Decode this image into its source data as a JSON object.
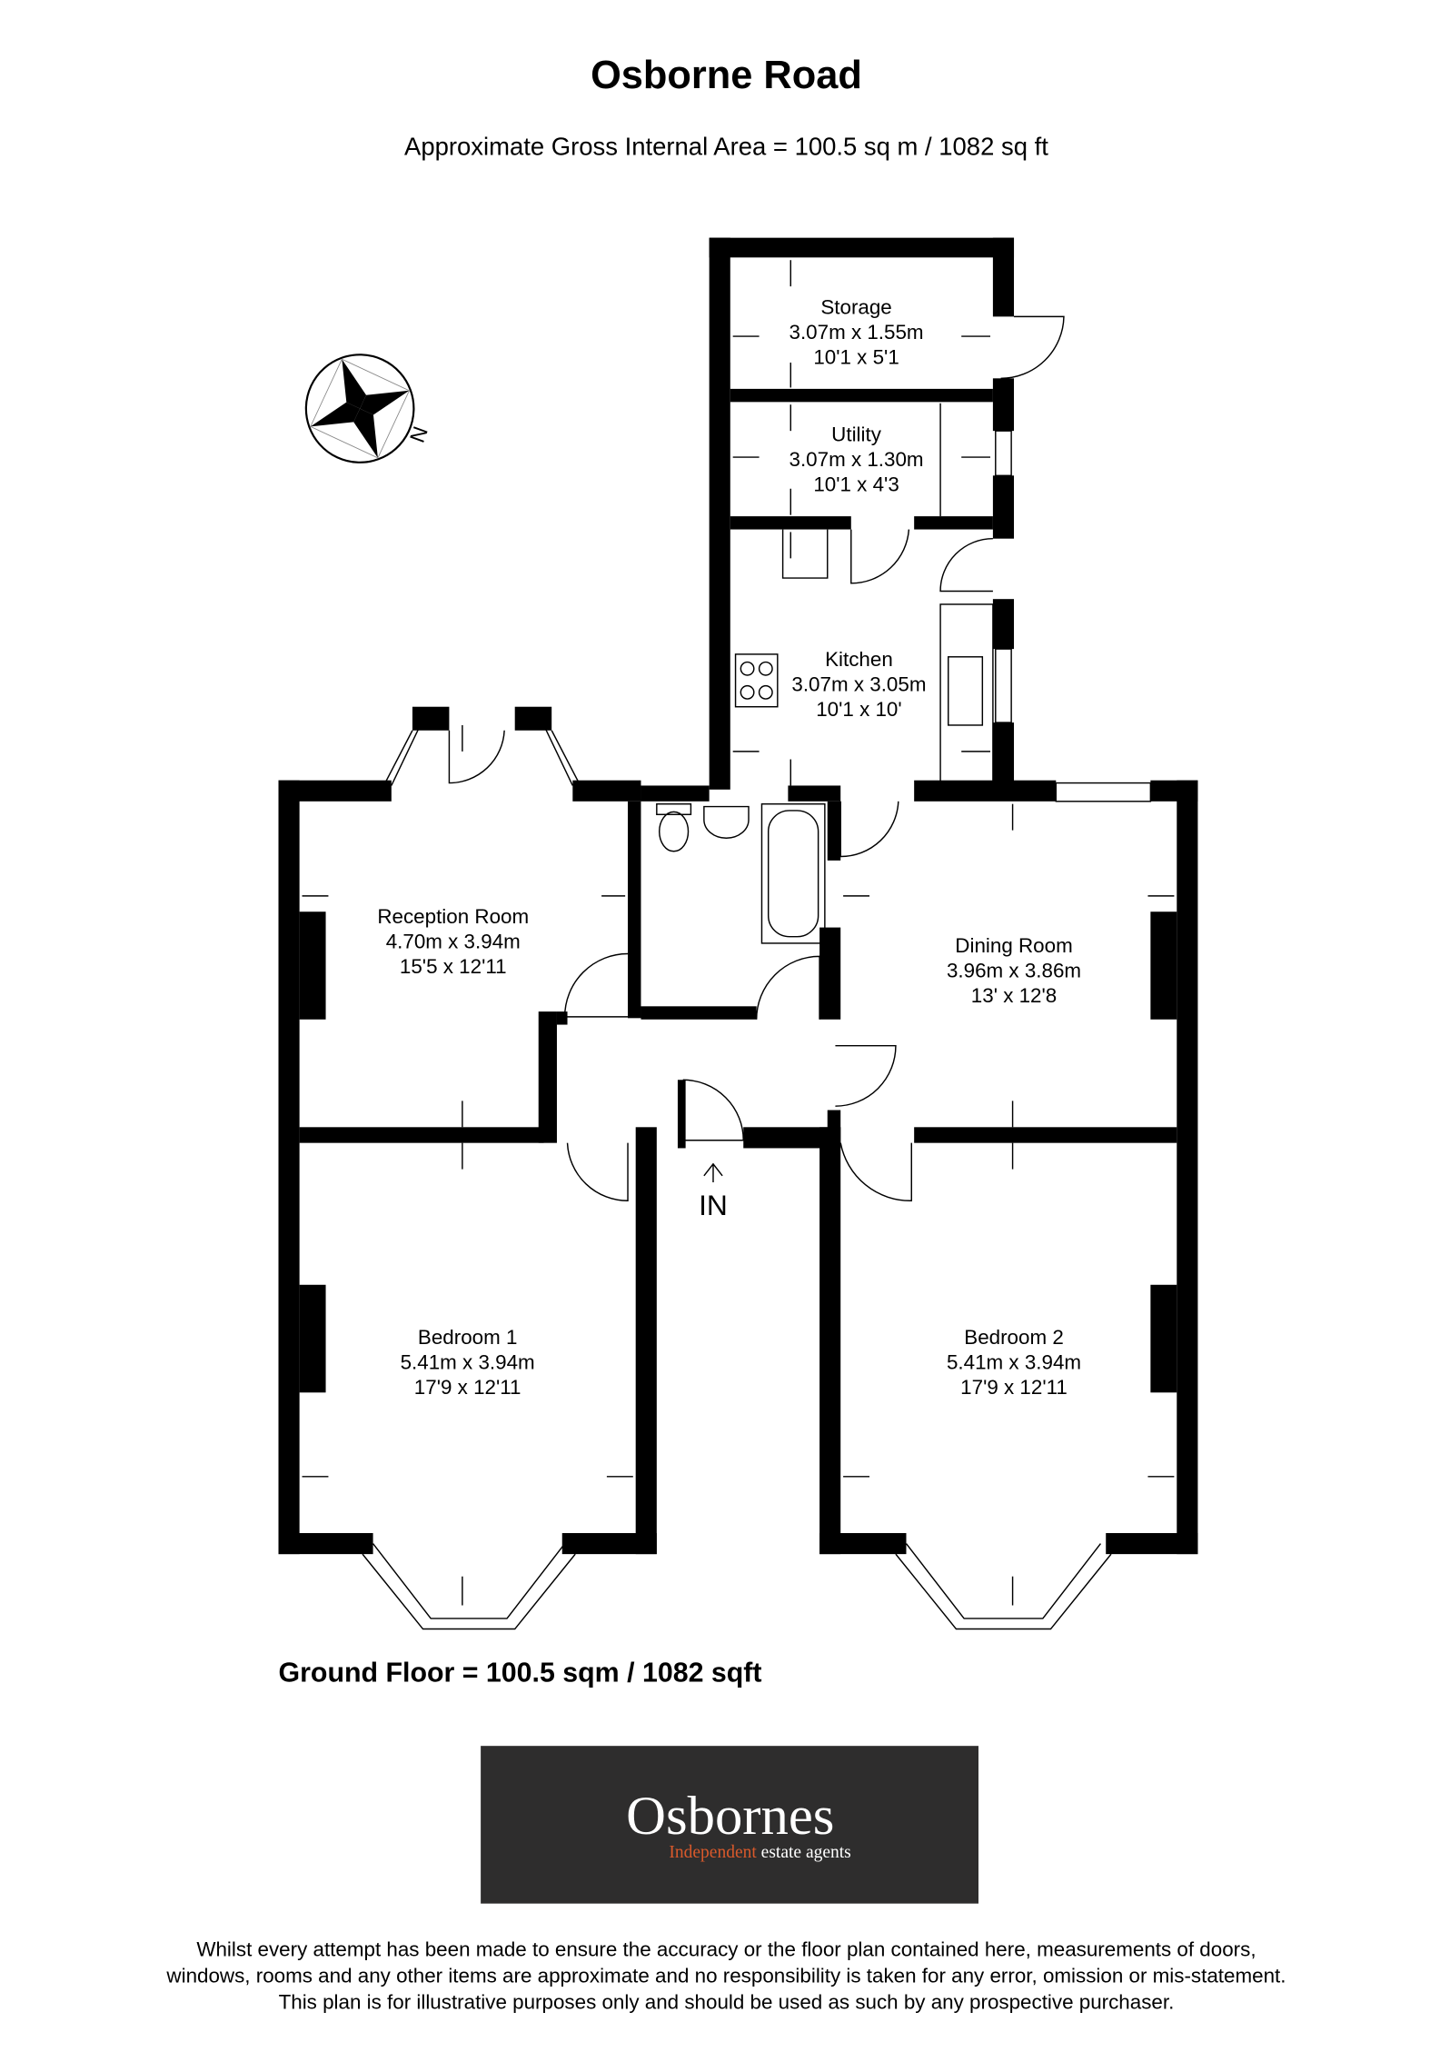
{
  "title": "Osborne Road",
  "subtitle": "Approximate Gross Internal Area = 100.5 sq m / 1082 sq ft",
  "compass_label": "N",
  "rooms": [
    {
      "name": "Storage",
      "metric": "3.07m x 1.55m",
      "imperial": "10'1 x 5'1"
    },
    {
      "name": "Utility",
      "metric": "3.07m x 1.30m",
      "imperial": "10'1 x 4'3"
    },
    {
      "name": "Kitchen",
      "metric": "3.07m x 3.05m",
      "imperial": "10'1 x 10'"
    },
    {
      "name": "Reception Room",
      "metric": "4.70m x 3.94m",
      "imperial": "15'5 x 12'11"
    },
    {
      "name": "Dining Room",
      "metric": "3.96m x 3.86m",
      "imperial": "13' x 12'8"
    },
    {
      "name": "Bedroom 1",
      "metric": "5.41m x 3.94m",
      "imperial": "17'9 x 12'11"
    },
    {
      "name": "Bedroom 2",
      "metric": "5.41m x 3.94m",
      "imperial": "17'9 x 12'11"
    }
  ],
  "entrance_label": "IN",
  "floor_area": "Ground Floor = 100.5 sqm / 1082 sqft",
  "logo": {
    "name": "Osbornes",
    "tagline_accent": "Independent",
    "tagline_rest": "estate agents",
    "bg_color": "#2e2d2d",
    "accent_color": "#d9592b"
  },
  "disclaimer": [
    "Whilst every attempt has been made to ensure the accuracy or the floor plan contained here, measurements of doors,",
    "windows, rooms and any other items are approximate and no responsibility is taken for any error, omission or mis-statement.",
    "This plan is for illustrative purposes only and should be used as such by any prospective purchaser."
  ]
}
